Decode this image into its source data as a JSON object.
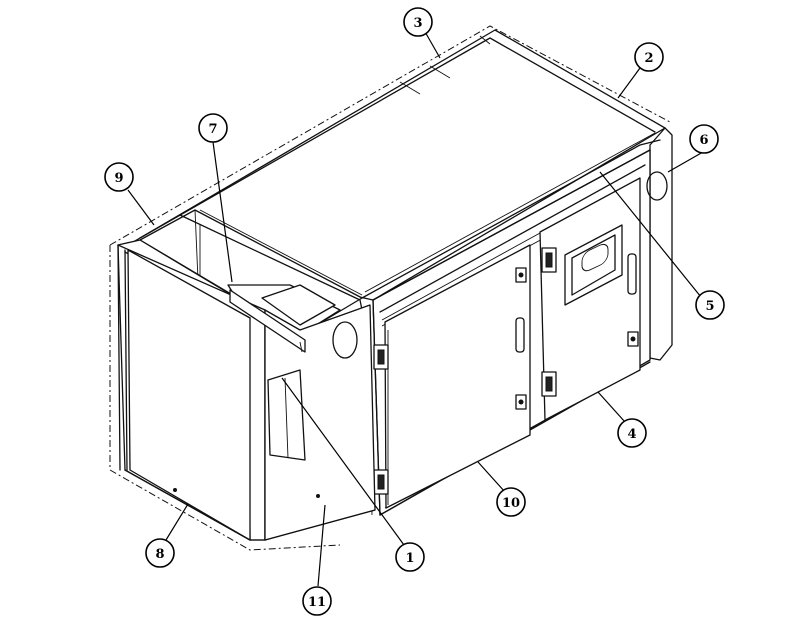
{
  "callouts": [
    {
      "id": "1"
    },
    {
      "id": "2"
    },
    {
      "id": "3"
    },
    {
      "id": "4"
    },
    {
      "id": "5"
    },
    {
      "id": "6"
    },
    {
      "id": "7"
    },
    {
      "id": "8"
    },
    {
      "id": "9"
    },
    {
      "id": "10"
    },
    {
      "id": "11"
    }
  ]
}
